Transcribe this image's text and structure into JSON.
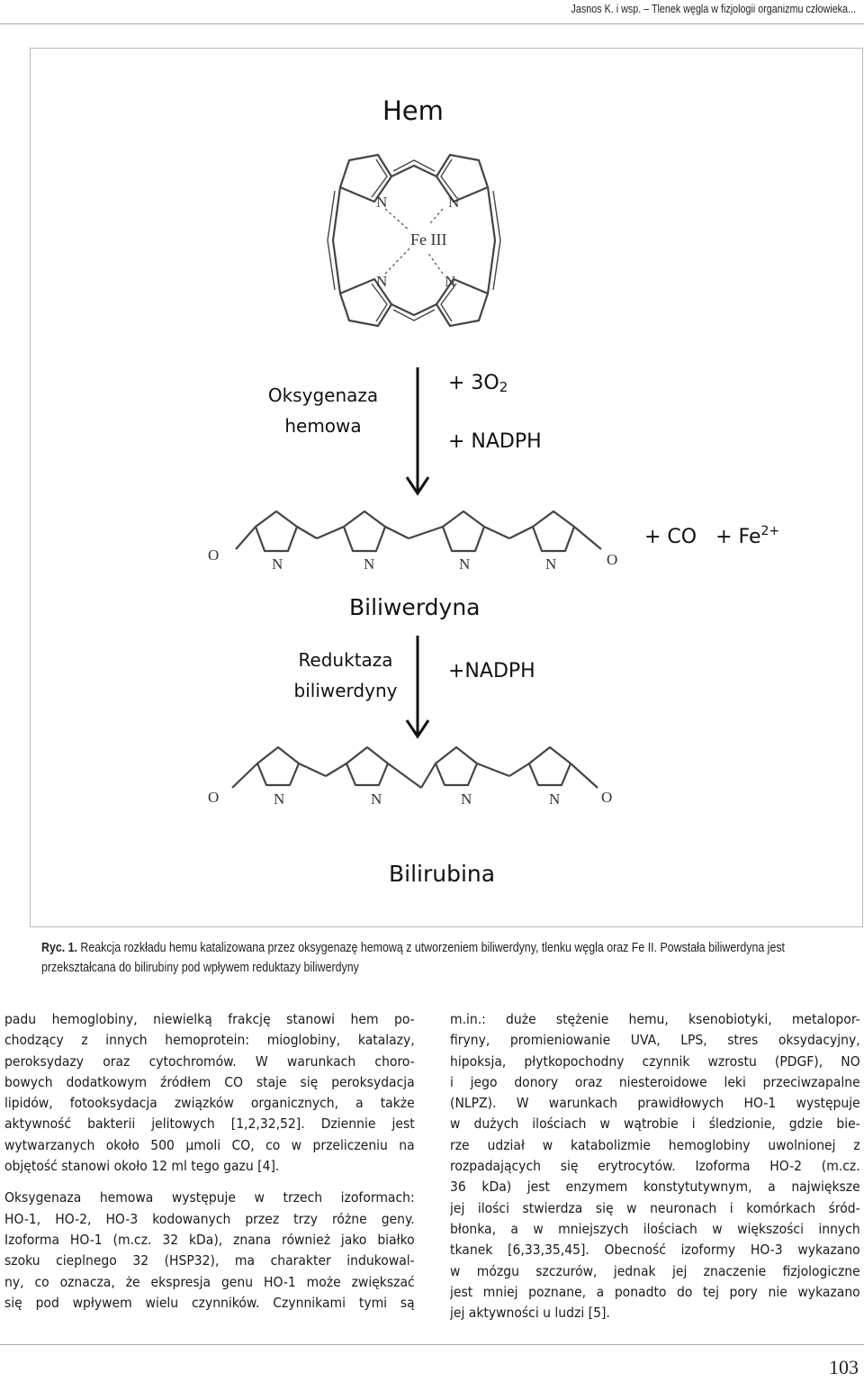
{
  "running_header": "Jasnos K. i wsp. – Tlenek węgla w fizjologii organizmu człowieka...",
  "figure": {
    "title": "Hem",
    "fe_label": "Fe III",
    "n_label": "N",
    "o_label": "O",
    "enzyme1_line1": "Oksygenaza",
    "enzyme1_line2": "hemowa",
    "reagent1_prefix": "+ 3O",
    "reagent1_sub": "2",
    "reagent2": "+ NADPH",
    "byproducts_prefix": "+ CO   + Fe",
    "byproducts_sup": "2+",
    "product1": "Biliwerdyna",
    "enzyme2_line1": "Reduktaza",
    "enzyme2_line2": "biliwerdyny",
    "reagent3": "+NADPH",
    "product2": "Bilirubina"
  },
  "caption": {
    "label": "Ryc. 1.",
    "line1": " Reakcja rozkładu hemu katalizowana przez oksygenazę hemową z utworzeniem biliwerdyny, tlenku węgla oraz Fe II. Powstała biliwerdyna jest",
    "line2": "przekształcana do bilirubiny pod wpływem reduktazy biliwerdyny"
  },
  "left_column": [
    "padu hemoglobiny, niewielką frakcję stanowi hem po-",
    "chodzący z innych hemoprotein: mioglobiny, katalazy,",
    "peroksydazy oraz cytochromów. W warunkach choro-",
    "bowych dodatkowym źródłem CO staje się peroksydacja",
    "lipidów, fotooksydacja związków organicznych, a także",
    "aktywność bakterii jelitowych [1,2,32,52]. Dziennie jest",
    "wytwarzanych około 500 μmoli CO, co w przeliczeniu na",
    "objętość stanowi około 12 ml tego gazu [4].",
    "",
    "Oksygenaza hemowa występuje w trzech izoformach:",
    "HO-1, HO-2, HO-3 kodowanych przez trzy różne geny.",
    "Izoforma HO-1 (m.cz. 32 kDa), znana również jako białko",
    "szoku cieplnego 32 (HSP32), ma charakter indukowal-",
    "ny, co oznacza, że ekspresja genu HO-1 może zwiększać",
    "się pod wpływem wielu czynników. Czynnikami tymi są"
  ],
  "right_column": [
    "m.in.: duże stężenie hemu, ksenobiotyki, metalopor-",
    "firyny, promieniowanie UVA, LPS, stres oksydacyjny,",
    "hipoksja, płytkopochodny czynnik wzrostu (PDGF), NO",
    "i jego donory oraz niesteroidowe leki przeciwzapalne",
    "(NLPZ). W warunkach prawidłowych HO-1 występuje",
    "w dużych ilościach w wątrobie i śledzionie, gdzie bie-",
    "rze udział w katabolizmie hemoglobiny uwolnionej z",
    "rozpadających się erytrocytów. Izoforma HO-2 (m.cz.",
    "36 kDa) jest enzymem konstytutywnym, a największe",
    "jej ilości stwierdza się w neuronach i komórkach śród-",
    "błonka, a w mniejszych ilościach w większości innych",
    "tkanek [6,33,35,45]. Obecność izoformy HO-3 wykazano",
    "w mózgu szczurów, jednak jej znaczenie fizjologiczne",
    "jest mniej poznane, a ponadto do tej pory nie wykazano",
    "jej aktywności u ludzi [5]."
  ],
  "page_number": "103"
}
